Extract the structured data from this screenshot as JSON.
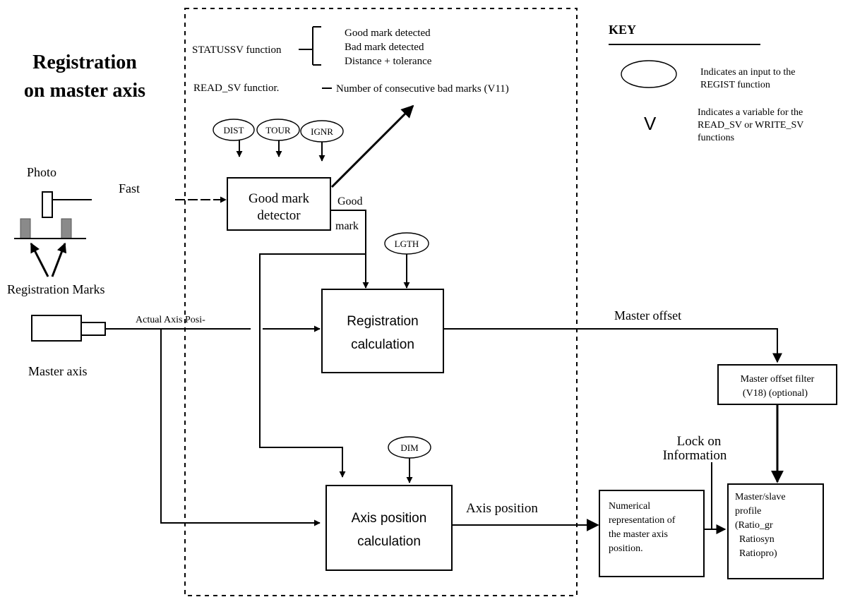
{
  "title": {
    "line1": "Registration",
    "line2": "on master axis"
  },
  "status": {
    "function_label": "STATUSSV  function",
    "items": [
      "Good mark detected",
      "Bad mark detected",
      "Distance + tolerance"
    ]
  },
  "read_sv": {
    "function_label": "READ_SV    functior.",
    "item": "Number of consecutive bad marks (V11)"
  },
  "key": {
    "heading": "KEY",
    "oval_desc": [
      "Indicates an input to the",
      "REGIST function"
    ],
    "v_symbol": "V",
    "v_desc": [
      "Indicates a variable for the",
      "READ_SV or WRITE_SV",
      "functions"
    ]
  },
  "inputs": {
    "dist": "DIST",
    "tour": "TOUR",
    "ignr": "IGNR",
    "lgth": "LGTH",
    "dim": "DIM"
  },
  "sensor": {
    "photo": "Photo",
    "fast": "Fast",
    "registration_marks": "Registration Marks",
    "master_axis": "Master axis",
    "actual_axis_pos": "Actual Axis Posi-"
  },
  "blocks": {
    "good_mark_detector": [
      "Good mark",
      "detector"
    ],
    "registration_calculation": [
      "Registration",
      "calculation"
    ],
    "axis_position_calculation": [
      "Axis position",
      "calculation"
    ],
    "master_offset_filter": [
      "Master offset filter",
      "(V18)  (optional)"
    ],
    "numerical_representation": [
      "Numerical",
      "representation of",
      "the master axis",
      "position."
    ],
    "master_slave_profile": [
      "Master/slave",
      "profile",
      "(Ratio_gr",
      "Ratiosyn",
      "Ratiopro)"
    ]
  },
  "flows": {
    "good": "Good",
    "mark": "mark",
    "master_offset": "Master offset",
    "axis_position": "Axis position",
    "lock_on": [
      "Lock on",
      "Information"
    ]
  }
}
